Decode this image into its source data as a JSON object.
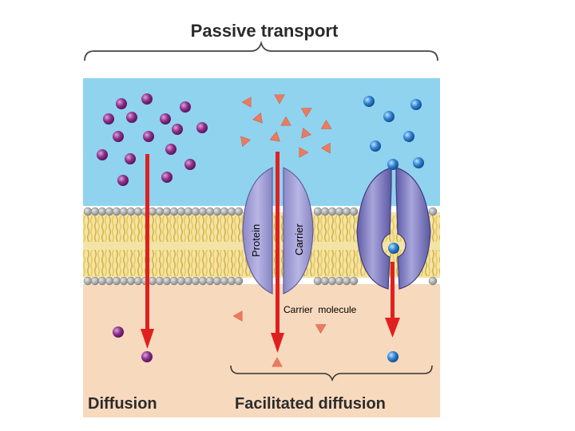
{
  "title": "Passive transport",
  "labels": {
    "protein": "Protein",
    "carrier": "Carrier",
    "carrier_molecule": "Carrier  molecule",
    "diffusion": "Diffusion",
    "facilitated_diffusion": "Facilitated diffusion"
  },
  "colors": {
    "extracellular": "#8fd3ef",
    "intracellular": "#f7d9bd",
    "arrow": "#e02020",
    "purple_molecule": "#8a2a8a",
    "orange_molecule": "#ee7a5e",
    "blue_molecule": "#2a7fd1",
    "channel_protein": "#a9a6d9",
    "carrier_protein": "#7e7bc4"
  }
}
